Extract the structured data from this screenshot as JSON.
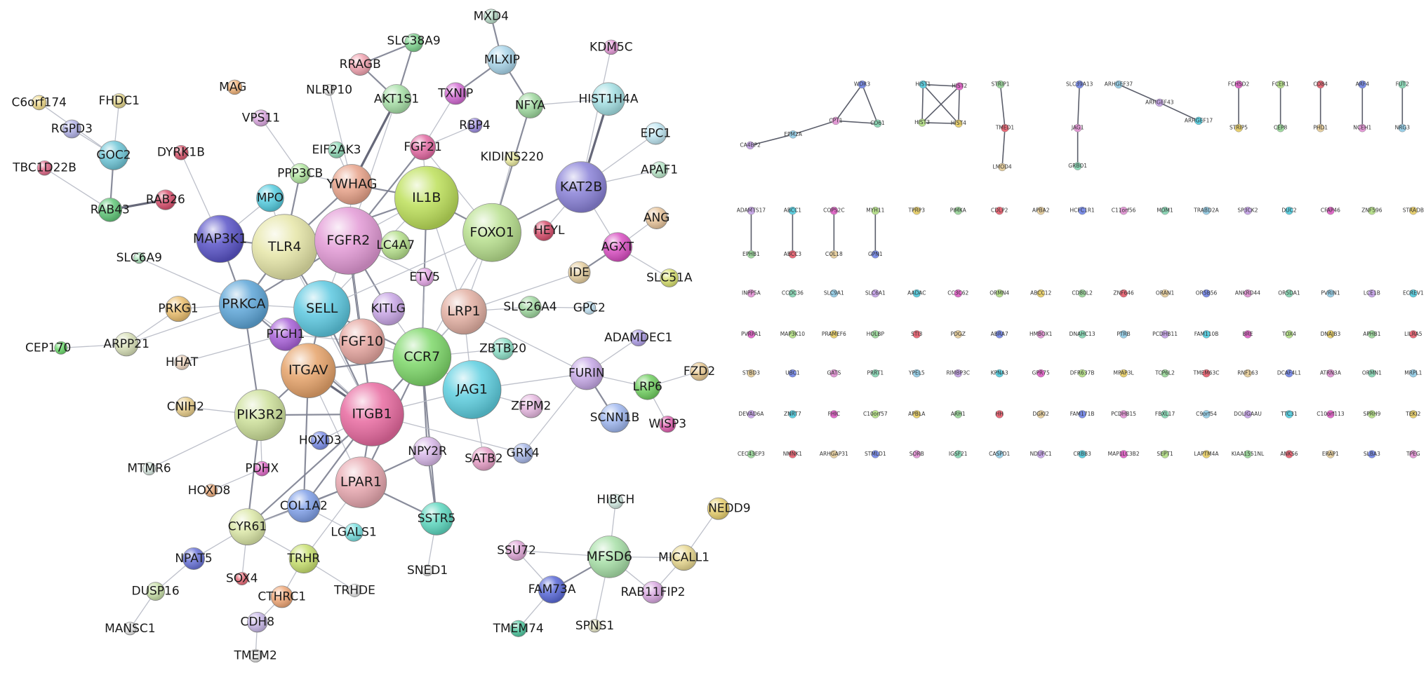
{
  "network": {
    "main_nodes": [
      {
        "id": "MXD4",
        "color": "#b8dcc8"
      },
      {
        "id": "SLC38A9",
        "color": "#7fd38f"
      },
      {
        "id": "KDM5C",
        "color": "#e59ad8"
      },
      {
        "id": "RRAGB",
        "color": "#f1a3b0"
      },
      {
        "id": "MLXIP",
        "color": "#a9d5ea"
      },
      {
        "id": "MAG",
        "color": "#f0b37a"
      },
      {
        "id": "NLRP10",
        "color": "#e9e9e9"
      },
      {
        "id": "AKT1S1",
        "color": "#a8e0a8"
      },
      {
        "id": "TXNIP",
        "color": "#d36bd3"
      },
      {
        "id": "NFYA",
        "color": "#9ed89e"
      },
      {
        "id": "HIST1H4A",
        "color": "#a3dfe3"
      },
      {
        "id": "C6orf174",
        "color": "#f2dd8e"
      },
      {
        "id": "FHDC1",
        "color": "#e4d68c"
      },
      {
        "id": "VPS11",
        "color": "#dba7e0"
      },
      {
        "id": "RBP4",
        "color": "#9d8de0"
      },
      {
        "id": "RGPD3",
        "color": "#b3b3e8"
      },
      {
        "id": "EPC1",
        "color": "#bfe6f2"
      },
      {
        "id": "GOC2",
        "color": "#70c7d8"
      },
      {
        "id": "DYRK1B",
        "color": "#d9576e"
      },
      {
        "id": "EIF2AK3",
        "color": "#8fd9b7"
      },
      {
        "id": "FGF21",
        "color": "#e36aa3"
      },
      {
        "id": "KIDINS220",
        "color": "#e6e69c"
      },
      {
        "id": "APAF1",
        "color": "#b8e6c8"
      },
      {
        "id": "TBC1D22B",
        "color": "#e06a8a"
      },
      {
        "id": "PPP3CB",
        "color": "#b4e8a2"
      },
      {
        "id": "YWHAG",
        "color": "#e8a38a"
      },
      {
        "id": "IL1B",
        "color": "#bde05a"
      },
      {
        "id": "KAT2B",
        "color": "#8a82d8"
      },
      {
        "id": "MPO",
        "color": "#56cde0"
      },
      {
        "id": "RAB43",
        "color": "#62c77a"
      },
      {
        "id": "RAB26",
        "color": "#d9506e"
      },
      {
        "id": "ANG",
        "color": "#e8c59c"
      },
      {
        "id": "MAP3K1",
        "color": "#5a54c8"
      },
      {
        "id": "TLR4",
        "color": "#e6e6a8"
      },
      {
        "id": "FGFR2",
        "color": "#e39ad6"
      },
      {
        "id": "LC4A7",
        "color": "#b6e08c"
      },
      {
        "id": "FOXO1",
        "color": "#b8e08e"
      },
      {
        "id": "HEYL",
        "color": "#d8506e"
      },
      {
        "id": "AGXT",
        "color": "#d94fc2"
      },
      {
        "id": "SLC6A9",
        "color": "#a8e0b8"
      },
      {
        "id": "ETV5",
        "color": "#e6a9e8"
      },
      {
        "id": "IDE",
        "color": "#e6cfa0"
      },
      {
        "id": "SLC51A",
        "color": "#d8e070"
      },
      {
        "id": "PRKG1",
        "color": "#ecc070"
      },
      {
        "id": "PRKCA",
        "color": "#5ea6d8"
      },
      {
        "id": "SELL",
        "color": "#5cc8e0"
      },
      {
        "id": "KITLG",
        "color": "#c9a7e6"
      },
      {
        "id": "LRP1",
        "color": "#e3b0a3"
      },
      {
        "id": "SLC26A4",
        "color": "#a0d8a0"
      },
      {
        "id": "GPC2",
        "color": "#c0e0f0"
      },
      {
        "id": "CEP170",
        "color": "#6cd86c"
      },
      {
        "id": "ARPP21",
        "color": "#d8e0b8"
      },
      {
        "id": "PTCH1",
        "color": "#a861d8"
      },
      {
        "id": "FGF10",
        "color": "#e6a6a0"
      },
      {
        "id": "CCR7",
        "color": "#7ed86a"
      },
      {
        "id": "ZBTB20",
        "color": "#8ee0c8"
      },
      {
        "id": "ADAMDEC1",
        "color": "#b0a0e8"
      },
      {
        "id": "HHAT",
        "color": "#eed6c0"
      },
      {
        "id": "ITGAV",
        "color": "#e6a36a"
      },
      {
        "id": "JAG1",
        "color": "#5ecfe0"
      },
      {
        "id": "FURIN",
        "color": "#c6a8e6"
      },
      {
        "id": "LRP6",
        "color": "#72d062"
      },
      {
        "id": "FZD2",
        "color": "#e8c890"
      },
      {
        "id": "CNIH2",
        "color": "#e8cd8a"
      },
      {
        "id": "PIK3R2",
        "color": "#cde09a"
      },
      {
        "id": "ITGB1",
        "color": "#e86aa0"
      },
      {
        "id": "ZFPM2",
        "color": "#e6b8e0"
      },
      {
        "id": "WISP3",
        "color": "#e060b0"
      },
      {
        "id": "SCNN1B",
        "color": "#a0b8f0"
      },
      {
        "id": "HOXD3",
        "color": "#7c8ee8"
      },
      {
        "id": "GRK4",
        "color": "#a8b8e8"
      },
      {
        "id": "NPY2R",
        "color": "#d8b8e8"
      },
      {
        "id": "SATB2",
        "color": "#e8a0c8"
      },
      {
        "id": "MTMR6",
        "color": "#d8e8e0"
      },
      {
        "id": "PDHX",
        "color": "#e06ac8"
      },
      {
        "id": "HOXD8",
        "color": "#e8a878"
      },
      {
        "id": "LPAR1",
        "color": "#e8a8b0"
      },
      {
        "id": "COL1A2",
        "color": "#80a0e8"
      },
      {
        "id": "SSTR5",
        "color": "#5ed8c0"
      },
      {
        "id": "LGALS1",
        "color": "#78e0e0"
      },
      {
        "id": "CYR61",
        "color": "#dce8a8"
      },
      {
        "id": "NPAT5",
        "color": "#6a74d8"
      },
      {
        "id": "TRHR",
        "color": "#c8e070"
      },
      {
        "id": "SOX4",
        "color": "#e86a78"
      },
      {
        "id": "DUSP16",
        "color": "#c8e0a8"
      },
      {
        "id": "CTHRC1",
        "color": "#f0a878"
      },
      {
        "id": "TRHDE",
        "color": "#e8e8e8"
      },
      {
        "id": "MANSC1",
        "color": "#e8e8e8"
      },
      {
        "id": "CDH8",
        "color": "#c8b8e8"
      },
      {
        "id": "TMEM2",
        "color": "#e8e8e8"
      },
      {
        "id": "HIBCH",
        "color": "#d0e8e0"
      },
      {
        "id": "NEDD9",
        "color": "#e8d070"
      },
      {
        "id": "SSU72",
        "color": "#e0a8d8"
      },
      {
        "id": "MFSD6",
        "color": "#a8e0a8"
      },
      {
        "id": "MICALL1",
        "color": "#e8d890"
      },
      {
        "id": "SNED1",
        "color": "#e8e8e8"
      },
      {
        "id": "RAB11FIP2",
        "color": "#d8a8e0"
      },
      {
        "id": "FAM73A",
        "color": "#5a6ad8"
      },
      {
        "id": "TMEM74",
        "color": "#50c8a0"
      },
      {
        "id": "SPNS1",
        "color": "#e8e8c8"
      }
    ],
    "small_cluster_labels": [
      "WDR3",
      "CPT1",
      "CD61",
      "EPM2A",
      "CA4BP2",
      "HIST1",
      "HIST2",
      "HIST3",
      "HIST4",
      "STRIP1",
      "TMED1",
      "LMOD4",
      "SLC39A13",
      "JAG1",
      "GRBO1",
      "ARHGEF37",
      "ARHGEF43",
      "ARHGEF17",
      "FCHSD2",
      "FCER1",
      "STRIP5",
      "CEP8",
      "CD84",
      "PHD1",
      "ARF4",
      "NCEH1",
      "FUT2",
      "NRG3",
      "ADAMTS17",
      "ABCC1",
      "COPS2C",
      "MYH11",
      "TPRP3",
      "PIMKA",
      "CDLP2",
      "APBA2",
      "HCFC1R1",
      "C11orf56",
      "MDM1",
      "TRABD2A",
      "SP3CK2",
      "DUC2",
      "CFAP46",
      "ZNF596",
      "STRADB",
      "EPHB1",
      "ABCC3",
      "COL18",
      "GPN1",
      "INPP5A",
      "CCDC36",
      "SLC9A1",
      "SLC6A1",
      "AADAC",
      "CC3C62",
      "ORMN4",
      "ABCC12",
      "CD80L2",
      "ZNF646",
      "ORAN1",
      "OR5B56",
      "ANKRD44",
      "OR5DA1",
      "PVRIN1",
      "LCE1B",
      "ECREV1",
      "PVRPA1",
      "MAP3K10",
      "PRAMEF6",
      "HOLBP",
      "STI3",
      "PDGZ",
      "ABRA7",
      "HMBOX1",
      "DNAHC13",
      "PTRB",
      "PCDHB11",
      "FAM110B",
      "BRE",
      "TOX4",
      "DNAJB3",
      "APHB1",
      "LILRA5",
      "STBD3",
      "UBC1",
      "GATS",
      "PRRT1",
      "YPEL5",
      "RIMBP3C",
      "KPNA3",
      "GPR75",
      "DFR637B",
      "MPAP3L",
      "TCP6L2",
      "TMEM63C",
      "RNF163",
      "DCAF4L1",
      "ATRN3A",
      "ORMN1",
      "MRPL1",
      "DEVAD6A",
      "ZNRT7",
      "FHIC",
      "C10orf57",
      "APBLA",
      "ARH1",
      "HH",
      "DGKI2",
      "FAM171B",
      "PCDHB15",
      "FBXL17",
      "C9orf54",
      "DOLIGAAU",
      "TTC31",
      "C10orf113",
      "SPRH9",
      "TEKI2",
      "CEC43EP3",
      "NMNK1",
      "ARHGAP31",
      "STMLD1",
      "SORB",
      "IGSF21",
      "CASPD1",
      "NDUFC1",
      "CRBB3",
      "MAP1LC3B2",
      "SEPT1",
      "LAPTM4A",
      "KIAA1551NL",
      "ANKS6",
      "ERAP1",
      "SLBA3",
      "TPEG"
    ]
  }
}
